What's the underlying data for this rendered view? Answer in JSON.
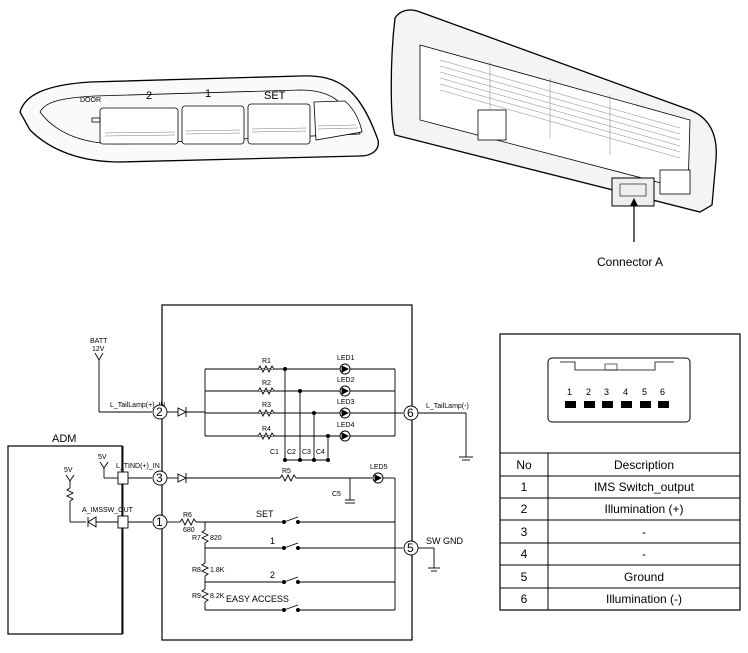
{
  "switch_panel": {
    "buttons": [
      "DOOR",
      "2",
      "1",
      "SET"
    ]
  },
  "connector_photo": {
    "label": "Connector A"
  },
  "schematic": {
    "module_label": "ADM",
    "batt_label": "BATT",
    "batt_voltage": "12V",
    "supply_5v_left": "5V",
    "supply_5v_right": "5V",
    "nets": {
      "tail_in": "L_TailLamp(+)_IN",
      "tind_in": "L_TIND(+)_IN",
      "imssw_out": "A_IMSSW_OUT",
      "tail_out": "L_TailLamp(-)",
      "sw_gnd": "SW GND"
    },
    "pins": [
      "1",
      "2",
      "3",
      "5",
      "6"
    ],
    "resistors": {
      "r1": "R1",
      "r2": "R2",
      "r3": "R3",
      "r4": "R4",
      "r5": "R5",
      "r6": "R6",
      "r6_val": "680",
      "r7": "R7",
      "r7_val": "820",
      "r8": "R8",
      "r8_val": "1.8K",
      "r9": "R9",
      "r9_val": "8.2K"
    },
    "capacitors": {
      "c1": "C1",
      "c2": "C2",
      "c3": "C3",
      "c4": "C4",
      "c5": "C5"
    },
    "leds": {
      "led1": "LED1",
      "led2": "LED2",
      "led3": "LED3",
      "led4": "LED4",
      "led5": "LED5"
    },
    "switches": {
      "set": "SET",
      "one": "1",
      "two": "2",
      "easy": "EASY ACCESS"
    }
  },
  "connector_table": {
    "pin_labels": [
      "1",
      "2",
      "3",
      "4",
      "5",
      "6"
    ],
    "headers": {
      "no": "No",
      "description": "Description"
    },
    "rows": [
      {
        "no": "1",
        "description": "IMS Switch_output"
      },
      {
        "no": "2",
        "description": "Illumination (+)"
      },
      {
        "no": "3",
        "description": "-"
      },
      {
        "no": "4",
        "description": "-"
      },
      {
        "no": "5",
        "description": "Ground"
      },
      {
        "no": "6",
        "description": "Illumination (-)"
      }
    ]
  }
}
